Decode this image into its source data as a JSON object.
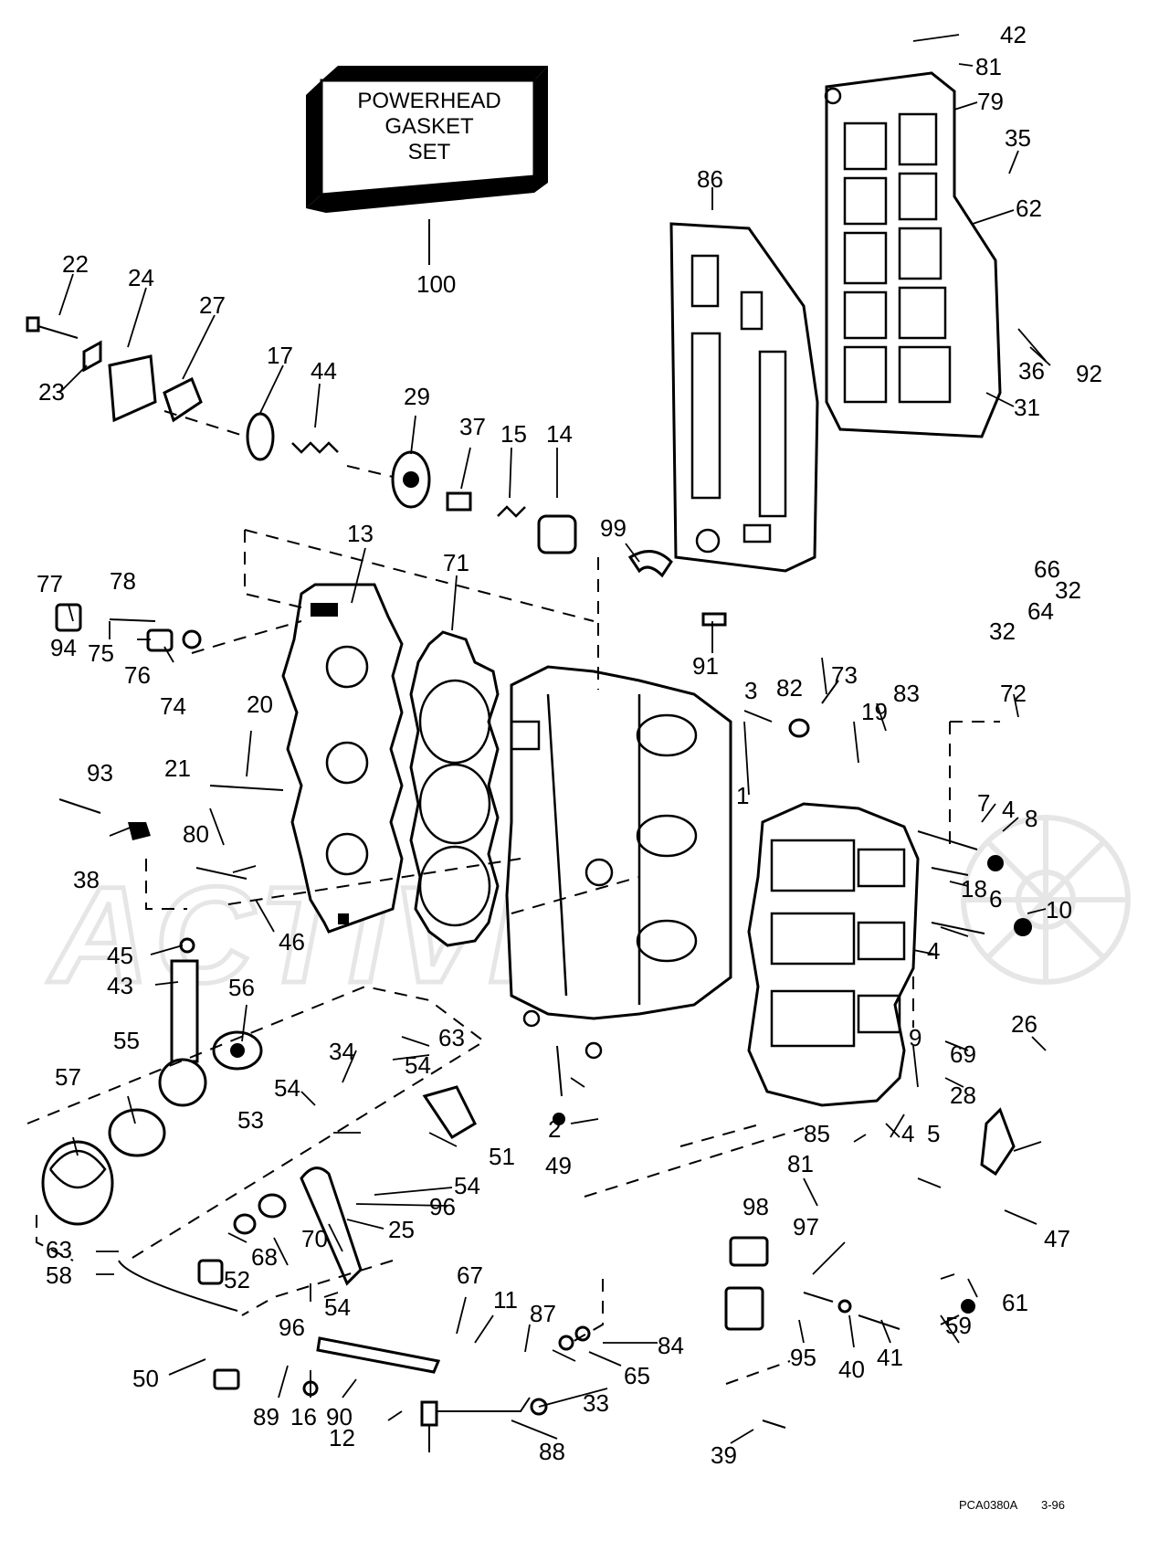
{
  "watermark": "ACTIVE",
  "gasket_box": {
    "line1": "POWERHEAD",
    "line2": "GASKET",
    "line3": "SET"
  },
  "drawing_code": "PCA0380A",
  "drawing_date": "3-96",
  "callouts": {
    "c1": "1",
    "c2": "2",
    "c3": "3",
    "c4a": "4",
    "c4b": "4",
    "c4c": "4",
    "c5": "5",
    "c6": "6",
    "c7": "7",
    "c8": "8",
    "c9": "9",
    "c10": "10",
    "c11": "11",
    "c12": "12",
    "c13": "13",
    "c14": "14",
    "c15": "15",
    "c16": "16",
    "c17": "17",
    "c18": "18",
    "c19": "19",
    "c20": "20",
    "c21": "21",
    "c22": "22",
    "c23": "23",
    "c24": "24",
    "c25": "25",
    "c26": "26",
    "c27": "27",
    "c28": "28",
    "c29": "29",
    "c31": "31",
    "c32a": "32",
    "c32b": "32",
    "c33": "33",
    "c34": "34",
    "c35": "35",
    "c36": "36",
    "c37": "37",
    "c38": "38",
    "c39": "39",
    "c40": "40",
    "c41": "41",
    "c42": "42",
    "c43": "43",
    "c44": "44",
    "c45": "45",
    "c46": "46",
    "c47": "47",
    "c49": "49",
    "c50": "50",
    "c51": "51",
    "c52": "52",
    "c53": "53",
    "c54a": "54",
    "c54b": "54",
    "c54c": "54",
    "c54d": "54",
    "c55": "55",
    "c56": "56",
    "c57": "57",
    "c58": "58",
    "c59": "59",
    "c61": "61",
    "c62": "62",
    "c63a": "63",
    "c63b": "63",
    "c64": "64",
    "c65": "65",
    "c66": "66",
    "c67": "67",
    "c68": "68",
    "c69": "69",
    "c70": "70",
    "c71": "71",
    "c72": "72",
    "c73": "73",
    "c74": "74",
    "c75": "75",
    "c76": "76",
    "c77": "77",
    "c78": "78",
    "c79": "79",
    "c80": "80",
    "c81a": "81",
    "c81b": "81",
    "c82": "82",
    "c83": "83",
    "c84": "84",
    "c85": "85",
    "c86": "86",
    "c87": "87",
    "c88": "88",
    "c89": "89",
    "c90": "90",
    "c91": "91",
    "c92": "92",
    "c93": "93",
    "c94": "94",
    "c95": "95",
    "c96a": "96",
    "c96b": "96",
    "c97": "97",
    "c98": "98",
    "c99": "99",
    "c100": "100"
  }
}
